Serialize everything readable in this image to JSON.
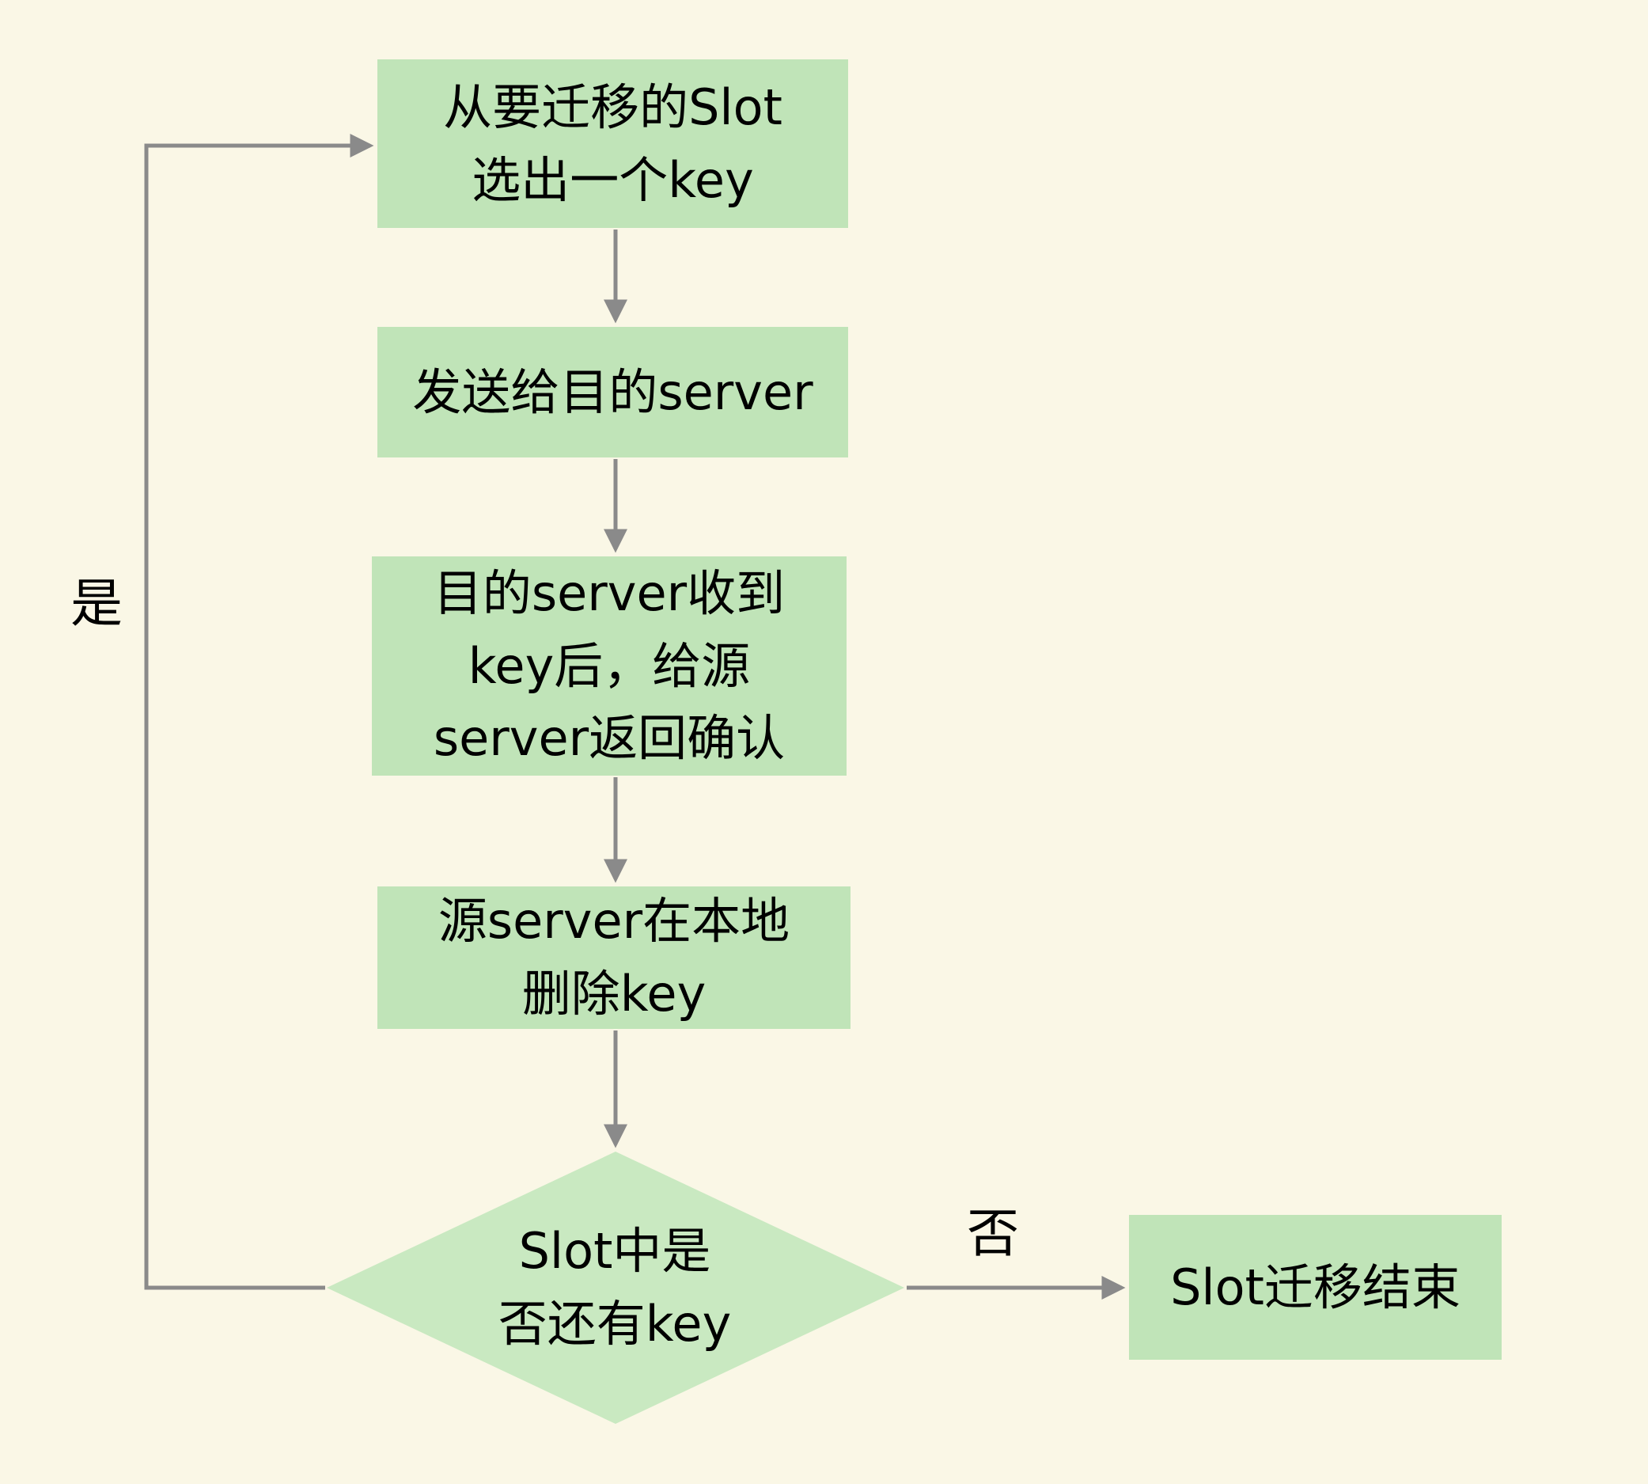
{
  "colors": {
    "background": "#faf7e6",
    "box_fill": "#c0e4b8",
    "diamond_fill": "#c9e9c1",
    "arrow": "#8a8a8a",
    "text": "#000000"
  },
  "nodes": {
    "select_key": {
      "lines": [
        "从要迁移的Slot",
        "选出一个key"
      ]
    },
    "send_to_dest": {
      "lines": [
        "发送给目的server"
      ]
    },
    "dest_ack": {
      "lines": [
        "目的server收到",
        "key后，给源",
        "server返回确认"
      ]
    },
    "delete_local": {
      "lines": [
        "源server在本地",
        "删除key"
      ]
    },
    "decision_more_keys": {
      "lines": [
        "Slot中是",
        "否还有key"
      ]
    },
    "migration_done": {
      "lines": [
        "Slot迁移结束"
      ]
    }
  },
  "edge_labels": {
    "yes": "是",
    "no": "否"
  }
}
